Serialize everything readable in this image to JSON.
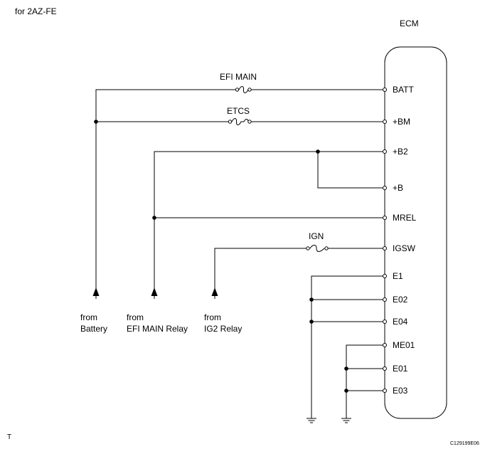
{
  "header": {
    "variant": "for 2AZ-FE"
  },
  "ecm": {
    "title": "ECM",
    "pins": [
      "BATT",
      "+BM",
      "+B2",
      "+B",
      "MREL",
      "IGSW",
      "E1",
      "E02",
      "E04",
      "ME01",
      "E01",
      "E03"
    ]
  },
  "fuses": {
    "efi_main": "EFI MAIN",
    "etcs": "ETCS",
    "ign": "IGN"
  },
  "sources": [
    {
      "line1": "from",
      "line2": "Battery"
    },
    {
      "line1": "from",
      "line2": "EFI MAIN Relay"
    },
    {
      "line1": "from",
      "line2": "IG2 Relay"
    }
  ],
  "footer": {
    "left_mark": "T",
    "figure_code": "C129199E06"
  },
  "colors": {
    "line": "#000000",
    "background": "#ffffff"
  }
}
